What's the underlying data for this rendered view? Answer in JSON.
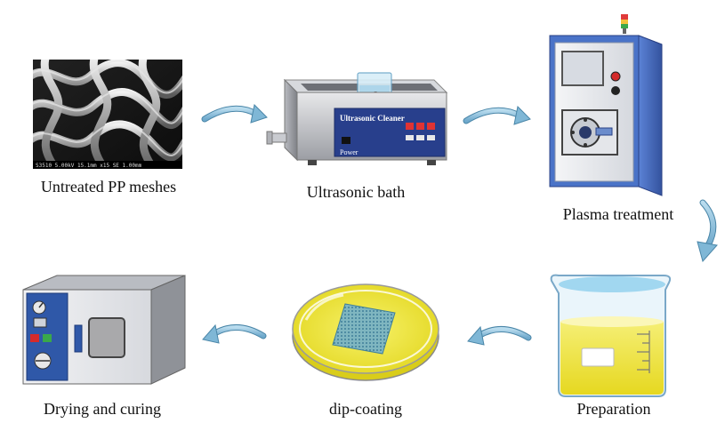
{
  "stages": [
    {
      "id": "untreated",
      "label": "Untreated PP meshes"
    },
    {
      "id": "ultrasonic",
      "label": "Ultrasonic bath",
      "device_title": "Ultrasonic Cleaner",
      "device_power": "Power"
    },
    {
      "id": "plasma",
      "label": "Plasma treatment"
    },
    {
      "id": "preparation",
      "label": "Preparation"
    },
    {
      "id": "dipcoating",
      "label": "dip-coating"
    },
    {
      "id": "drying",
      "label": "Drying and curing"
    }
  ],
  "sem_caption": "S3510 5.00kV 15.1mm x15 SE   1.00mm",
  "colors": {
    "arrow": "#7fb7d6",
    "arrow_edge": "#4a86a8",
    "yellow": "#f4ef3a",
    "cabinet_blue": "#4a73c8",
    "panel_blue": "#2d4d9a"
  },
  "icons": {
    "arrows": "curved-arrow-icon",
    "sem": "sem-mesh-image",
    "bath": "ultrasonic-bath-icon",
    "plasma": "plasma-cabinet-icon",
    "beaker": "beaker-icon",
    "dish": "petri-dish-icon",
    "oven": "drying-oven-icon"
  }
}
